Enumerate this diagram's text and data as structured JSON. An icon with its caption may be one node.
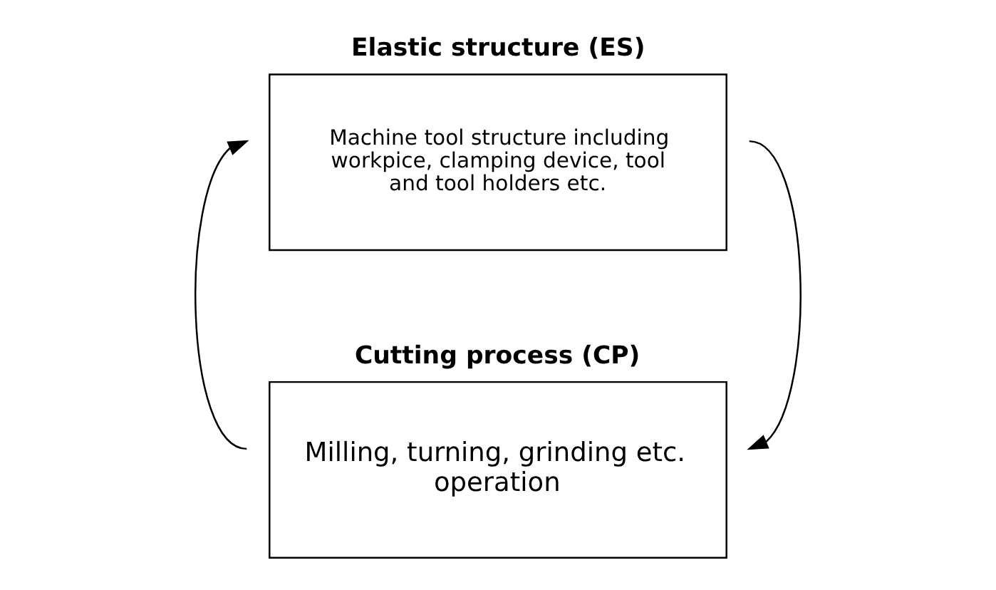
{
  "diagram": {
    "nodes": [
      {
        "text": [
          "Elastic structure (ES)",
          "Machine tool structure including workpice, clamping device, tool and tool holders etc."
        ]
      },
      {
        "text": [
          "Cutting process (CP)",
          "Milling, turning, grinding etc. operation"
        ]
      }
    ],
    "edges": [
      {
        "from": 1,
        "to": 0,
        "arrow": "to"
      },
      {
        "from": 0,
        "to": 1,
        "arrow": "to"
      }
    ]
  }
}
